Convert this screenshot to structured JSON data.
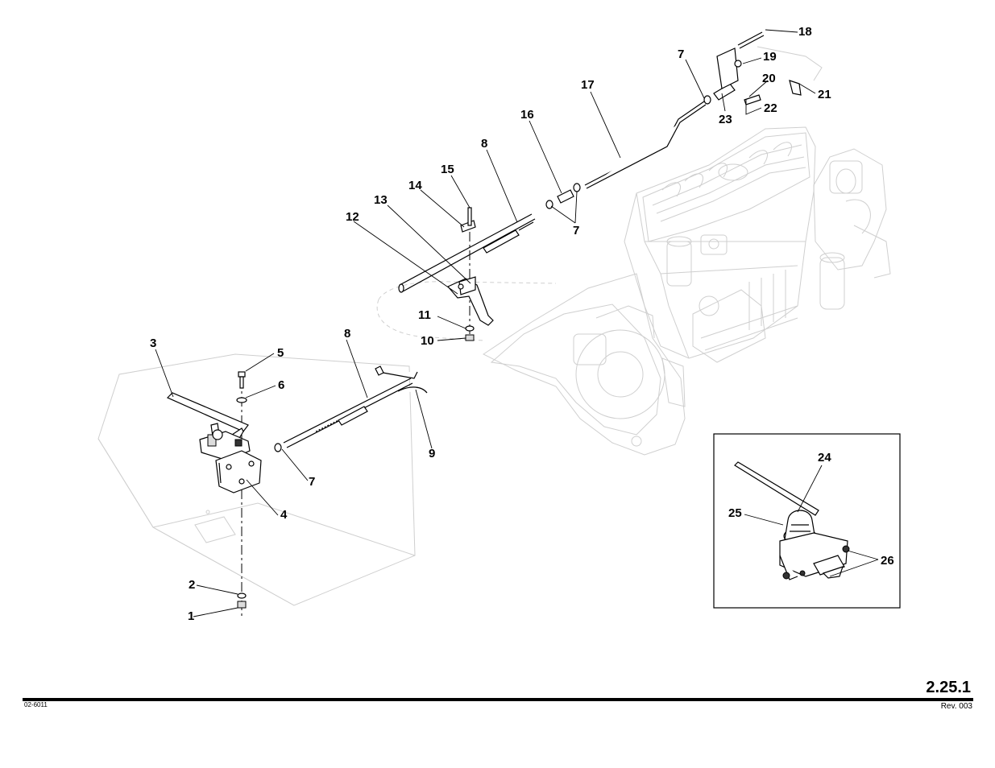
{
  "callouts": {
    "c1": "1",
    "c2": "2",
    "c3": "3",
    "c4": "4",
    "c5": "5",
    "c6": "6",
    "c7a": "7",
    "c7b": "7",
    "c7c": "7",
    "c8a": "8",
    "c8b": "8",
    "c9": "9",
    "c10": "10",
    "c11": "11",
    "c12": "12",
    "c13": "13",
    "c14": "14",
    "c15": "15",
    "c16": "16",
    "c17": "17",
    "c18": "18",
    "c19": "19",
    "c20": "20",
    "c21": "21",
    "c22": "22",
    "c23": "23",
    "c24": "24",
    "c25": "25",
    "c26": "26"
  },
  "footer": {
    "page_number": "2.25.1",
    "document_code": "02-6011",
    "revision": "Rev. 003"
  }
}
